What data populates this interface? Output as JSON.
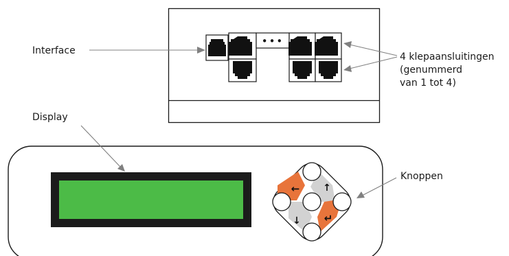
{
  "labels": {
    "interface": "Interface",
    "display": "Display",
    "valve_ports": [
      "4 klepaansluitingen",
      "(genummerd",
      "van 1 tot 4)"
    ],
    "buttons": "Knoppen"
  },
  "ellipsis": "•••",
  "button_arrows": {
    "left": "←",
    "up": "↑",
    "down": "↓",
    "enter": "↵"
  },
  "colors": {
    "outline": "#1a1a1a",
    "display_screen": "#4cbb47",
    "display_bezel": "#1b1b1b",
    "accent_orange": "#e8743b",
    "key_gray": "#d2d2d2",
    "leader_line": "#808080"
  }
}
